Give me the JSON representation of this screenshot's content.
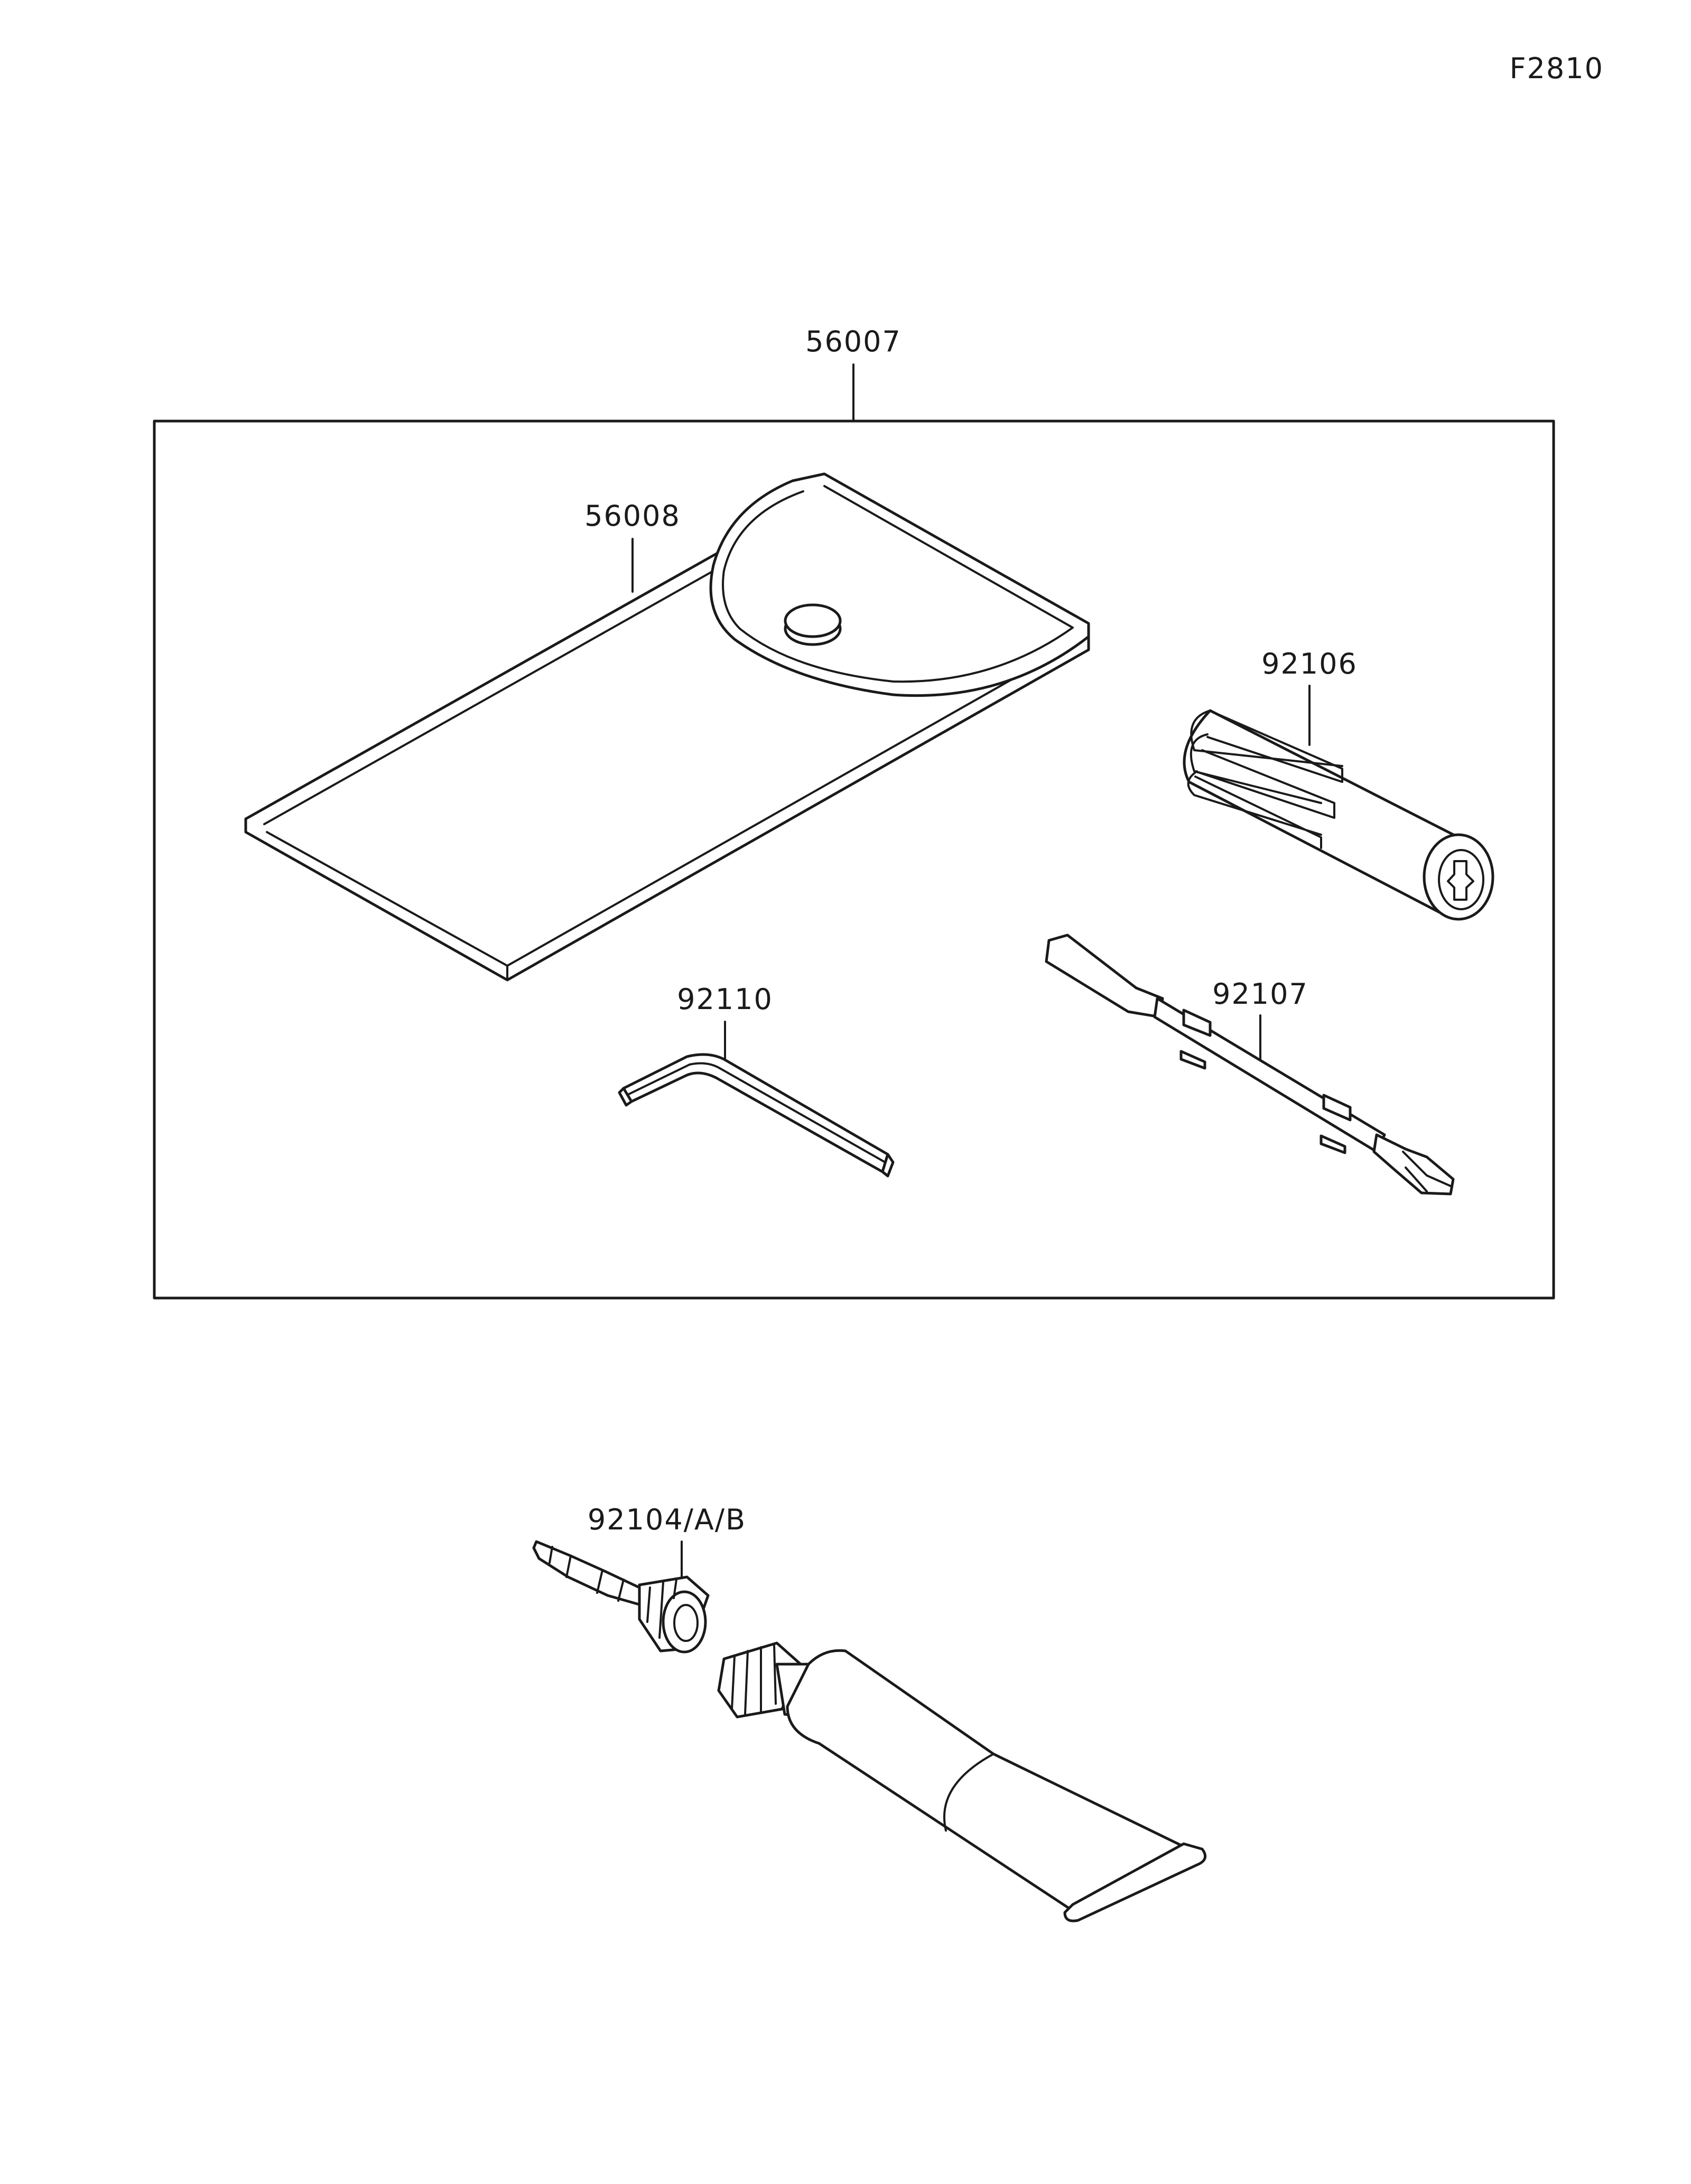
{
  "figure_code": "F2810",
  "parts": {
    "tool_kit": "56007",
    "tool_case": "56008",
    "screwdriver_grip": "92106",
    "screwdriver_shaft": "92107",
    "hex_wrench": "92110",
    "tube_nozzle": "92104/A/B"
  }
}
